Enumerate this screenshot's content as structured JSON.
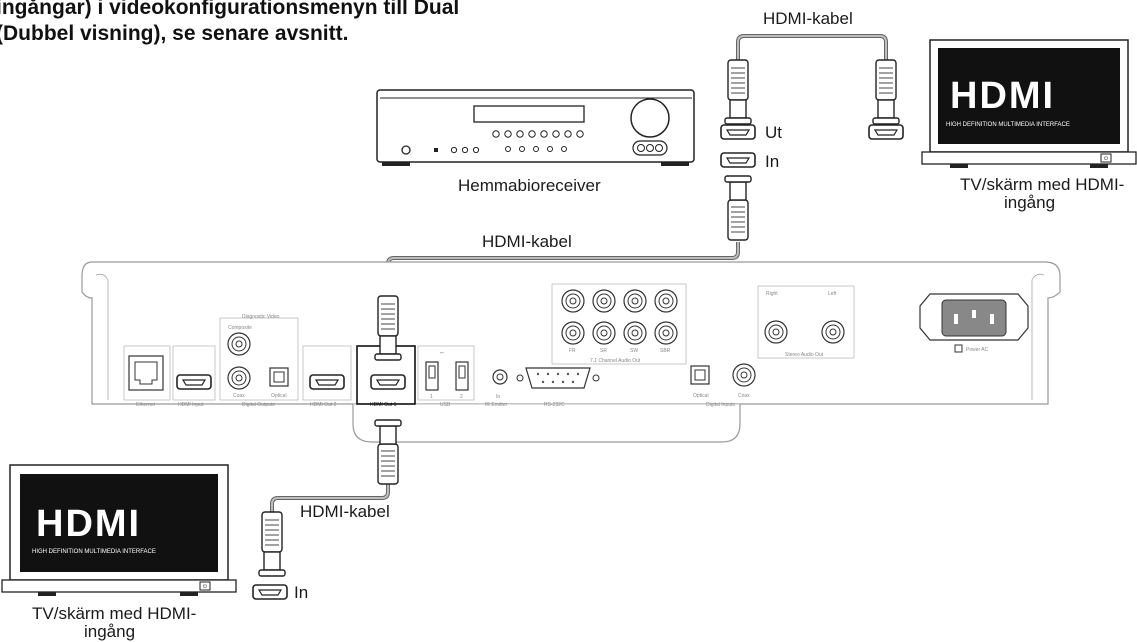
{
  "header": {
    "line1": "ingångar) i videokonfigurationsmenyn till Dual",
    "line2": "(Dubbel visning), se senare avsnitt."
  },
  "labels": {
    "cable_top": "HDMI-kabel",
    "cable_middle": "HDMI-kabel",
    "cable_bottom": "HDMI-kabel",
    "receiver": "Hemmabioreceiver",
    "receiver_out": "Ut",
    "receiver_in": "In",
    "tv_right_line1": "TV/skärm med HDMI-",
    "tv_right_line2": "ingång",
    "tv_left_line1": "TV/skärm med HDMI-",
    "tv_left_line2": "ingång",
    "tv_left_in": "In"
  },
  "tv_logo": {
    "brand": "HDMI",
    "tagline": "HIGH DEFINITION MULTIMEDIA INTERFACE"
  },
  "panel": {
    "ethernet": "Ethernet",
    "hdmi_input": "HDMI Input",
    "diagnostic_video": "Diagnostic Video",
    "composite": "Composite",
    "coax": "Coax",
    "optical": "Optical",
    "digital_outputs": "Digital Outputs",
    "hdmi_out_2": "HDMI Out 2",
    "hdmi_out_1": "HDMI Out 1",
    "usb": "USB",
    "usb_1": "1",
    "usb_2": "2",
    "ir_in": "In",
    "ir_emitter": "IR Emitter",
    "rs232c": "RS-232C",
    "fr": "FR",
    "sr": "SR",
    "sw": "SW",
    "sbr": "SBR",
    "channel_audio_out": "7.1 Channel Audio Out",
    "digital_inputs": "Digital Inputs",
    "optical_in": "Optical",
    "coax_in": "Coax",
    "right": "Right",
    "left": "Left",
    "stereo_audio_out": "Stereo Audio Out",
    "power_ac": "Power AC"
  },
  "colors": {
    "cable": "#666666",
    "screen": "#111111",
    "line": "#222222"
  }
}
